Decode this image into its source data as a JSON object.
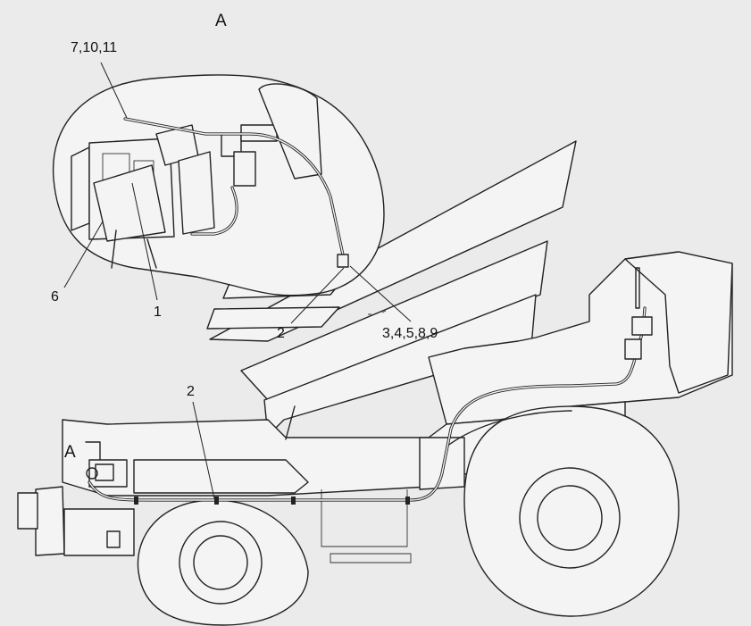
{
  "view_title": "A",
  "view_marker": "A",
  "callouts": {
    "c_7_10_11": "7,10,11",
    "c_6": "6",
    "c_1": "1",
    "c_2_top": "2",
    "c_3_4_5_8_9": "3,4,5,8,9",
    "c_2_main": "2"
  },
  "colors": {
    "background": "#ebebeb",
    "line": "#222222",
    "fill": "#f4f4f4"
  }
}
